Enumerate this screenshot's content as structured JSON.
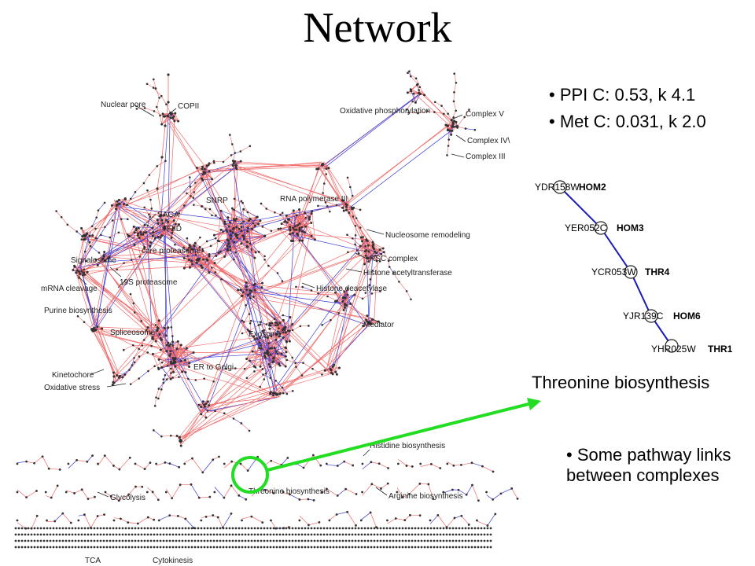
{
  "title": "Network",
  "bullets": [
    "• PPI C: 0.53, k 4.1",
    "• Met C: 0.031, k 2.0"
  ],
  "pathway": {
    "caption": "Threonine biosynthesis",
    "genes": [
      {
        "orf": "YDR158W",
        "name": "HOM2"
      },
      {
        "orf": "YER052C",
        "name": "HOM3"
      },
      {
        "orf": "YCR053W",
        "name": "THR4"
      },
      {
        "orf": "YJR139C",
        "name": "HOM6"
      },
      {
        "orf": "YHR025W",
        "name": "THR1"
      }
    ]
  },
  "note": "• Some pathway links between complexes",
  "network_labels": {
    "nuclear_pore": "Nuclear pore",
    "copii": "COPII",
    "oxphos": "Oxidative phosphorylation",
    "complex_v": "Complex V",
    "complex_iv": "Complex IV\\",
    "complex_iii": "Complex III",
    "snrp": "SNRP",
    "rna_pol": "RNA polymerase III",
    "saga": "SAGA",
    "tfiid": "TFIID",
    "core_proteasome": "core proteasome",
    "signalosome": "Signalosome",
    "nucleosome": "Nucleosome remodeling",
    "rsc": "RSC complex",
    "hat": "Histone acetyltransferase",
    "hdac": "Histone deacetylase",
    "proteasome19s": "19S proteasome",
    "mrna": "mRNA cleavage",
    "purine": "Purine biosynthesis",
    "spliceosome": "Spliceosome",
    "exosome": "Exosome",
    "er_golgi": "ER to Golgi",
    "mediator": "Mediator",
    "kinetochore": "Kinetochore",
    "ox_stress": "Oxidative stress",
    "histidine": "Histidine biosynthesis",
    "glycolysis": "Glycolysis",
    "threonine": "Threonine biosynthesis",
    "arginine": "Arginine biosynthesis",
    "tca": "TCA",
    "cytokinesis": "Cytokinesis"
  },
  "colors": {
    "ppi_edge": "#f06a6a",
    "met_edge": "#3a3ad8",
    "node": "#333333",
    "highlight": "#22dd22",
    "pathway_edge": "#1a1ab8"
  }
}
